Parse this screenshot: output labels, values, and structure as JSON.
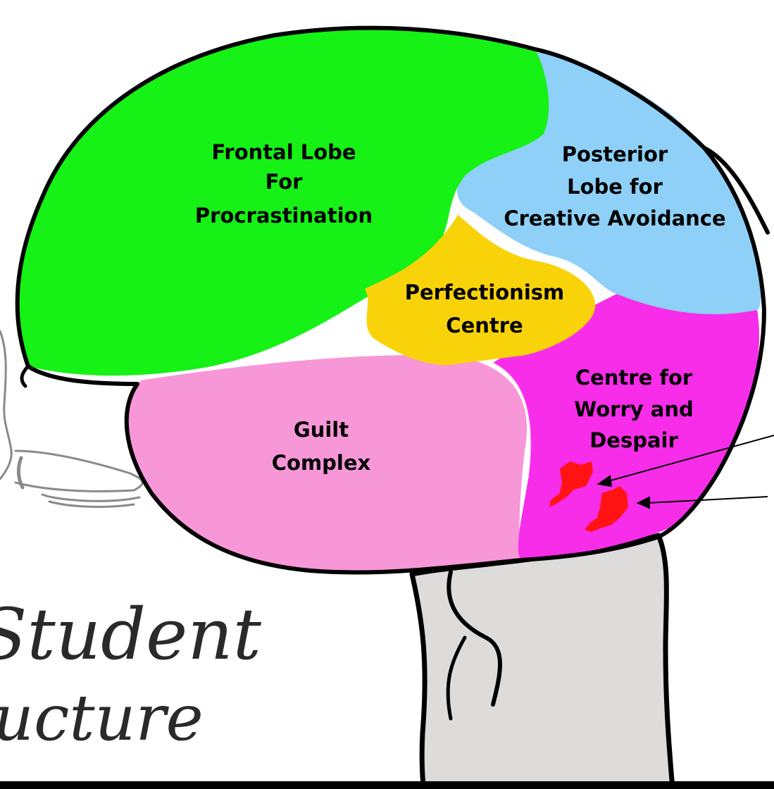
{
  "lobes": {
    "frontal": {
      "line1": "Frontal Lobe",
      "line2": "For",
      "line3": "Procrastination",
      "color": "#16f116"
    },
    "posterior": {
      "line1": "Posterior",
      "line2": "Lobe for",
      "line3": "Creative Avoidance",
      "color": "#8ed0f7"
    },
    "perfectionism": {
      "line1": "Perfectionism",
      "line2": "Centre",
      "color": "#f9d30a"
    },
    "guilt": {
      "line1": "Guilt",
      "line2": "Complex",
      "color": "#f797d8"
    },
    "worry": {
      "line1": "Centre for",
      "line2": "Worry and",
      "line3": "Despair",
      "color": "#f72de9"
    }
  },
  "handwriting": {
    "line1": "Student",
    "line2": "ucture"
  },
  "colors": {
    "outline": "#000000",
    "brainstem": "#dedbdb",
    "spot": "#ff1313",
    "face_sketch": "#8a8a8a",
    "background": "#ffffff"
  }
}
